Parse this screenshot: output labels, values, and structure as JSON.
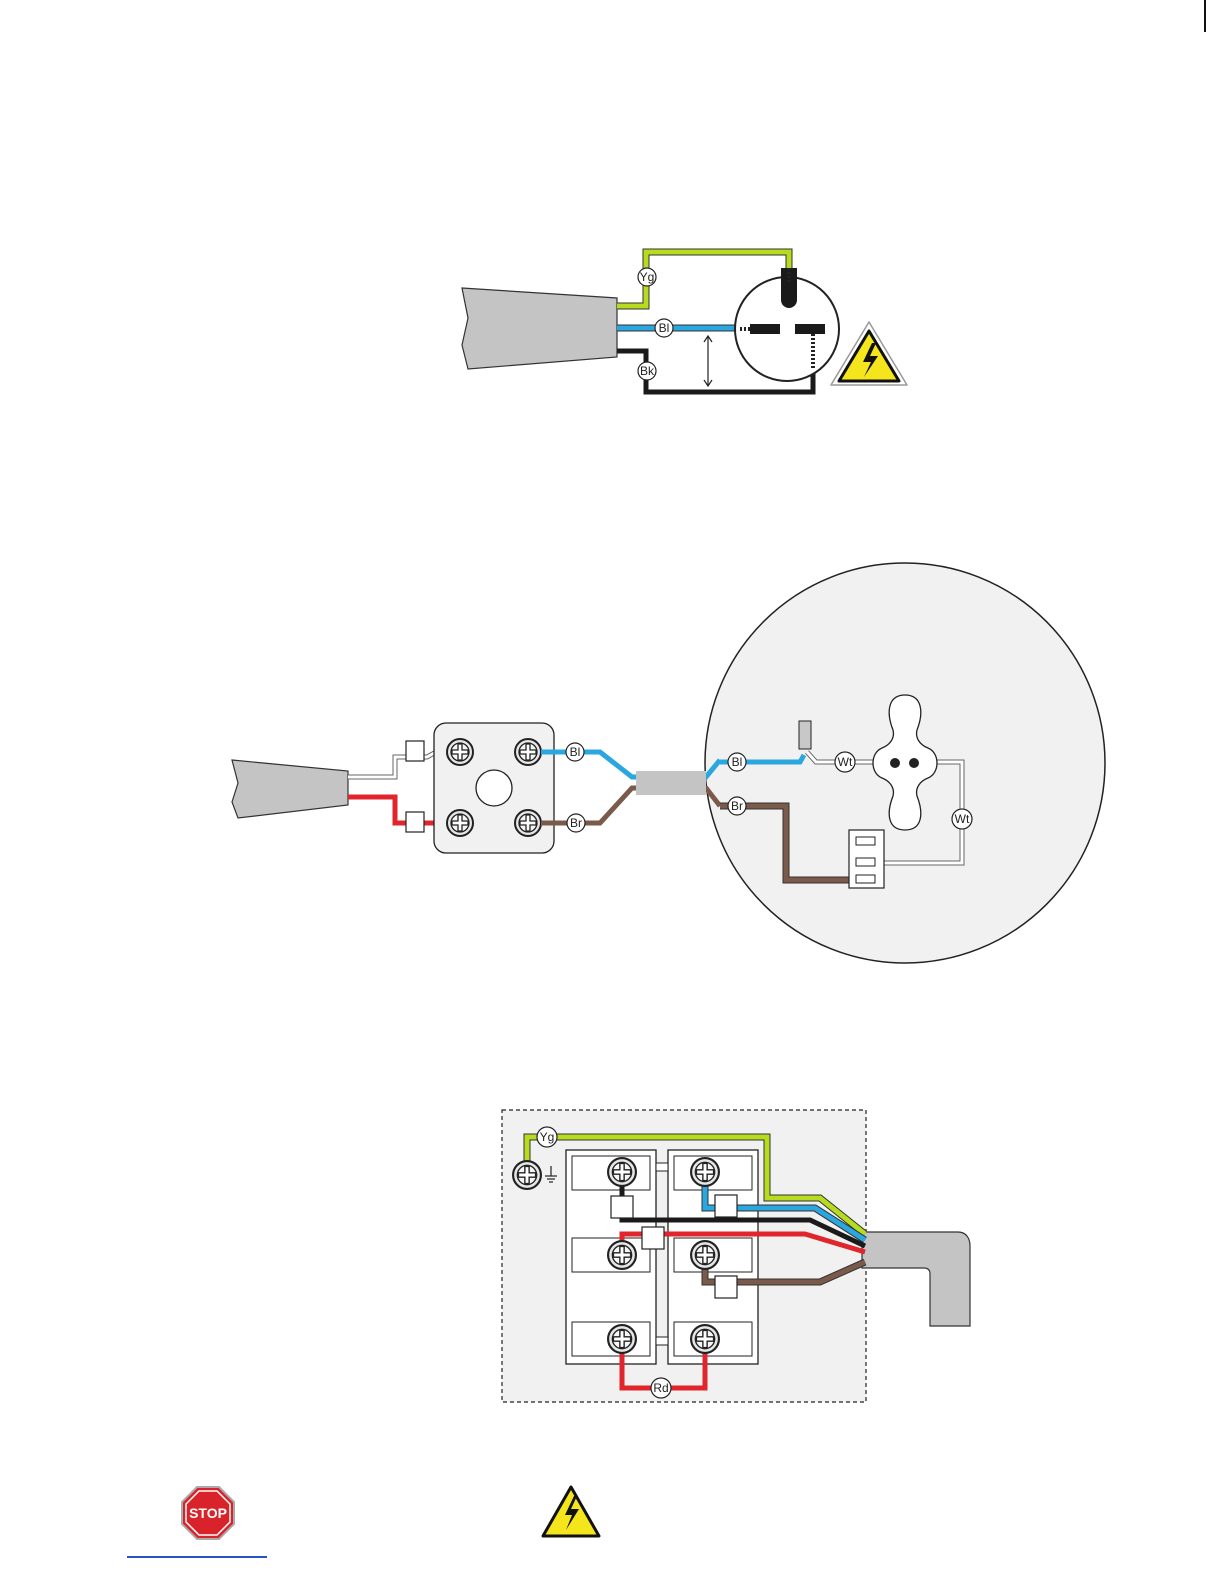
{
  "diagram1": {
    "wire_labels": {
      "earth": "Yg",
      "neutral": "Bl",
      "live": "Bk"
    },
    "colors": {
      "earth": "#b7dc1f",
      "neutral": "#2aa7df",
      "live": "#1a1a1a",
      "cable": "#c4c4c4"
    },
    "icon": "high-voltage-warning-icon"
  },
  "diagram2": {
    "wire_labels": {
      "blue_left": "Bl",
      "brown_left": "Br",
      "blue_right": "Bl",
      "brown_right": "Br",
      "white_top": "Wt",
      "white_right": "Wt"
    },
    "colors": {
      "blue": "#2aa7df",
      "brown": "#7a5a4a",
      "red": "#e0252d",
      "white": "#ffffff",
      "sheath": "#c4c4c4",
      "panel": "#f1f1f1"
    }
  },
  "diagram3": {
    "wire_labels": {
      "earth": "Yg",
      "bridge": "Rd"
    },
    "colors": {
      "earth": "#b7dc1f",
      "blue": "#2aa7df",
      "black": "#1a1a1a",
      "red": "#e0252d",
      "brown": "#7a5a4a",
      "panel": "#f1f1f1"
    },
    "icon": "earth-ground-icon"
  },
  "footer": {
    "stop_sign_text": "STOP",
    "icons": [
      "stop-sign-icon",
      "high-voltage-warning-icon"
    ]
  }
}
